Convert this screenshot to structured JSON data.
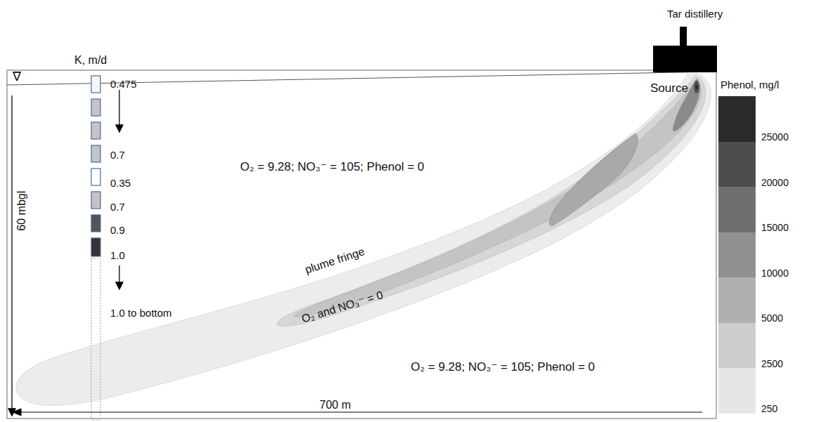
{
  "diagram": {
    "labels": [
      "Tar distillery",
      "K, m/d",
      "0.475",
      "0.7",
      "0.35",
      "0.7",
      "0.9",
      "1.0",
      "1.0 to bottom",
      "Source",
      "O₂ = 9.28; NO₃⁻ = 105; Phenol = 0",
      "plume fringe",
      "O₂ and NO₃⁻ = 0",
      "O₂ = 9.28; NO₃⁻ = 105; Phenol = 0",
      "60 mbgl",
      "700 m",
      "Phenol, mg/l",
      "∇"
    ],
    "legend": [
      {
        "text": "25000",
        "color": "#2b2b2b"
      },
      {
        "text": "20000",
        "color": "#4d4d4d"
      },
      {
        "text": "15000",
        "color": "#6f6f6f"
      },
      {
        "text": "10000",
        "color": "#909090"
      },
      {
        "text": "5000",
        "color": "#b0b0b0"
      },
      {
        "text": "2500",
        "color": "#cdcdcd"
      },
      {
        "text": "250",
        "color": "#e6e6e6"
      }
    ]
  }
}
